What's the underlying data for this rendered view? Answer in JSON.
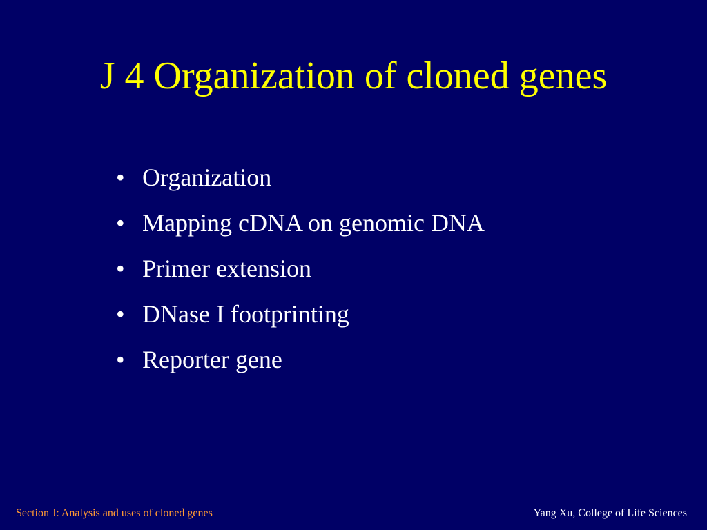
{
  "slide": {
    "title": "J 4  Organization of cloned genes",
    "bullet_glyph": "•",
    "bullets": [
      "Organization",
      "Mapping cDNA on genomic DNA",
      "Primer extension",
      "DNase I footprinting",
      "Reporter gene"
    ]
  },
  "footer": {
    "left": "Section J: Analysis and uses of cloned genes",
    "right": "Yang Xu, College of Life Sciences"
  },
  "colors": {
    "background": "#000066",
    "title": "#ffff00",
    "body_text": "#ffffff",
    "footer_left": "#ff9933",
    "footer_right": "#ffffff"
  }
}
